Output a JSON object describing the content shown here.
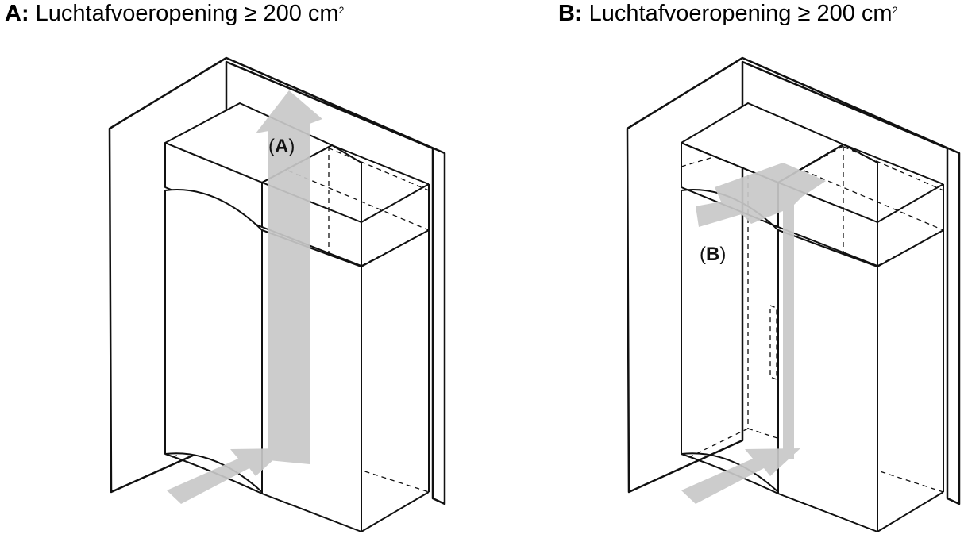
{
  "captions": {
    "a": {
      "key": "A:",
      "text": "Luchtafvoeropening ≥ 200 cm",
      "sup": "2"
    },
    "b": {
      "key": "B:",
      "text": "Luchtafvoeropening ≥ 200 cm",
      "sup": "2"
    }
  },
  "callouts": {
    "a": {
      "open": "(",
      "letter": "A",
      "close": ")"
    },
    "b": {
      "open": "(",
      "letter": "B",
      "close": ")"
    }
  },
  "colors": {
    "line": "#111111",
    "arrow": "#c8c8c8",
    "background": "#ffffff"
  }
}
